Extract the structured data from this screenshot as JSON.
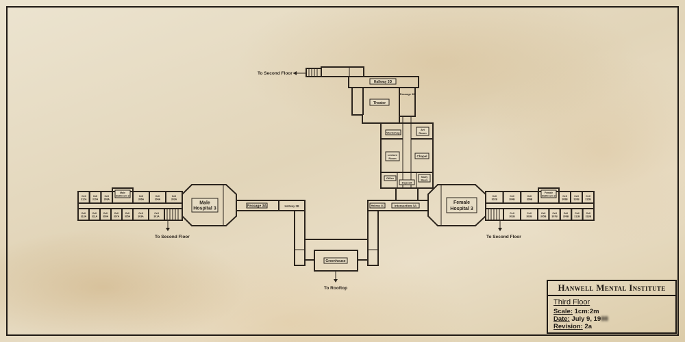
{
  "title_block": {
    "institution": "Hanwell Mental Institute",
    "floor": "Third Floor",
    "scale_label": "Scale:",
    "scale_value": "1cm:2m",
    "date_label": "Date:",
    "date_value": "July 9, 19",
    "date_obscured": "88",
    "revision_label": "Revision:",
    "revision_value": "2a"
  },
  "navigation": {
    "to_second_floor_top": "To Second Floor",
    "to_second_floor_left": "To Second Floor",
    "to_second_floor_right": "To Second Floor",
    "to_rooftop": "To Rooftop"
  },
  "rooms": {
    "hallway_3d": "Hallway 3D",
    "theater": "Theater",
    "passage_3b": "Passage 3B",
    "workshop": "Workshop",
    "art_room": [
      "Art",
      "Room"
    ],
    "lecture_room": [
      "Lecture",
      "Room"
    ],
    "chapel": "Chapel",
    "office": "Office",
    "deposit": "Deposit",
    "study_room": [
      "Study",
      "Room"
    ],
    "male_hospital": [
      "Male",
      "Hospital 3"
    ],
    "female_hospital": [
      "Female",
      "Hospital 3"
    ],
    "male_bathroom": [
      "Male",
      "Bathroom 3"
    ],
    "female_bathroom": [
      "Female",
      "Bathroom 3"
    ],
    "passage_3a": "Passage 3A",
    "hallway_3b": "Hallway 3B",
    "hallway_3c": "Hallway 3C",
    "intersection_3a": "Intersection 3A",
    "greenhouse": "Greenhouse"
  },
  "cells": {
    "male_top_small": [
      "312A",
      "310A",
      "308A"
    ],
    "male_top_large": [
      "306A",
      "304A",
      "302A"
    ],
    "male_bottom_small": [
      "313A",
      "311A",
      "309A",
      "307A",
      "305A"
    ],
    "male_bottom_large": [
      "303A",
      "301A"
    ],
    "female_top_large": [
      "302B",
      "304B",
      "306B"
    ],
    "female_top_small": [
      "308B",
      "310B",
      "312B"
    ],
    "female_bottom_large": [
      "301B",
      "303B"
    ],
    "female_bottom_small": [
      "305B",
      "307B",
      "309B",
      "311B",
      "313B"
    ],
    "cell_word": "Cell"
  },
  "colors": {
    "ink": "#2b241d",
    "paper": "#e4d9c1"
  }
}
